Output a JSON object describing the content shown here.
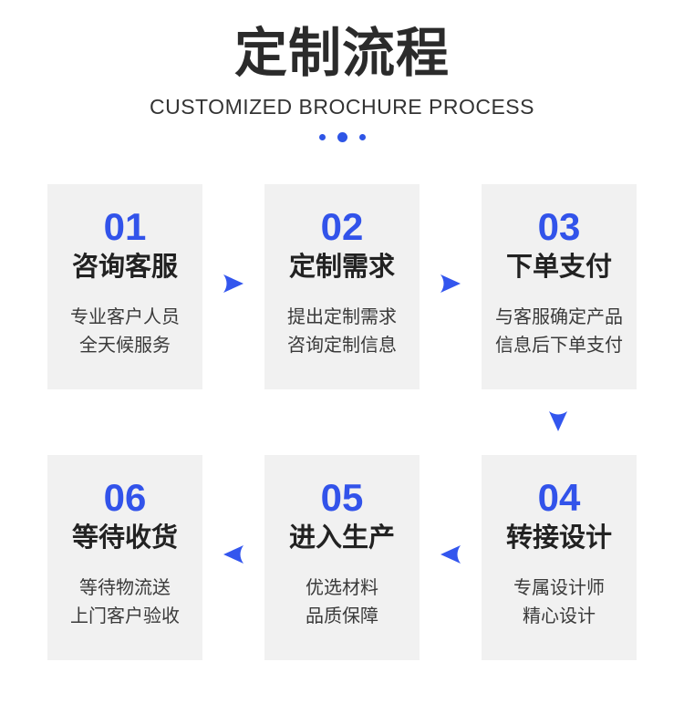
{
  "header": {
    "title": "定制流程",
    "subtitle": "CUSTOMIZED BROCHURE PROCESS"
  },
  "decor": {
    "dots_count": 3,
    "dot_color": "#2e55e6"
  },
  "colors": {
    "accent_blue": "#3253ea",
    "arrow_blue": "#3356ee",
    "card_background": "#f1f1f1",
    "title_text": "#2b2b2b",
    "body_text": "#3a3a3a"
  },
  "steps": [
    {
      "number": "01",
      "title": "咨询客服",
      "desc_line1": "专业客户人员",
      "desc_line2": "全天候服务"
    },
    {
      "number": "02",
      "title": "定制需求",
      "desc_line1": "提出定制需求",
      "desc_line2": "咨询定制信息"
    },
    {
      "number": "03",
      "title": "下单支付",
      "desc_line1": "与客服确定产品",
      "desc_line2": "信息后下单支付"
    },
    {
      "number": "04",
      "title": "转接设计",
      "desc_line1": "专属设计师",
      "desc_line2": "精心设计"
    },
    {
      "number": "05",
      "title": "进入生产",
      "desc_line1": "优选材料",
      "desc_line2": "品质保障"
    },
    {
      "number": "06",
      "title": "等待收货",
      "desc_line1": "等待物流送",
      "desc_line2": "上门客户验收"
    }
  ],
  "arrows": [
    {
      "from": "01",
      "to": "02",
      "direction": "right"
    },
    {
      "from": "02",
      "to": "03",
      "direction": "right"
    },
    {
      "from": "03",
      "to": "04",
      "direction": "down"
    },
    {
      "from": "04",
      "to": "05",
      "direction": "left"
    },
    {
      "from": "05",
      "to": "06",
      "direction": "left"
    }
  ]
}
